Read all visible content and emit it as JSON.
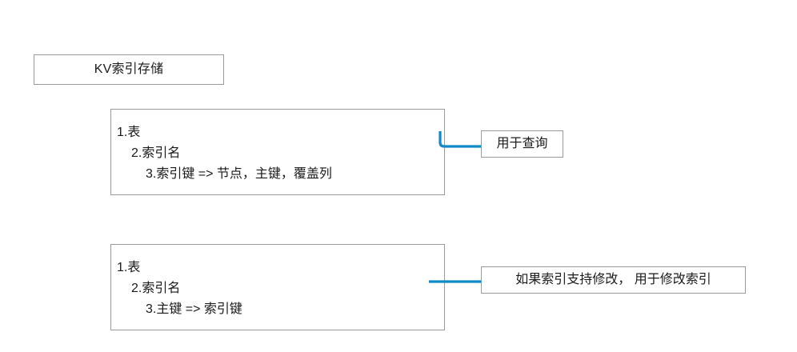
{
  "diagram": {
    "type": "flow-annotation-diagram",
    "background_color": "#ffffff",
    "border_color": "#9a9a9a",
    "text_color": "#1a1a1a",
    "connector_color": "#0e8ac8",
    "title_node": {
      "label": "KV索引存储"
    },
    "nodes": [
      {
        "id": "index-storage-layout",
        "lines": [
          "1.表",
          "2.索引名",
          "3.索引键 =>  节点，主键，覆盖列"
        ]
      },
      {
        "id": "primary-key-layout",
        "lines": [
          "1.表",
          "2.索引名",
          "3.主键 =>  索引键"
        ]
      }
    ],
    "annotations": [
      {
        "id": "query-note",
        "label": "用于查询"
      },
      {
        "id": "modify-note",
        "label": "如果索引支持修改， 用于修改索引"
      }
    ]
  }
}
